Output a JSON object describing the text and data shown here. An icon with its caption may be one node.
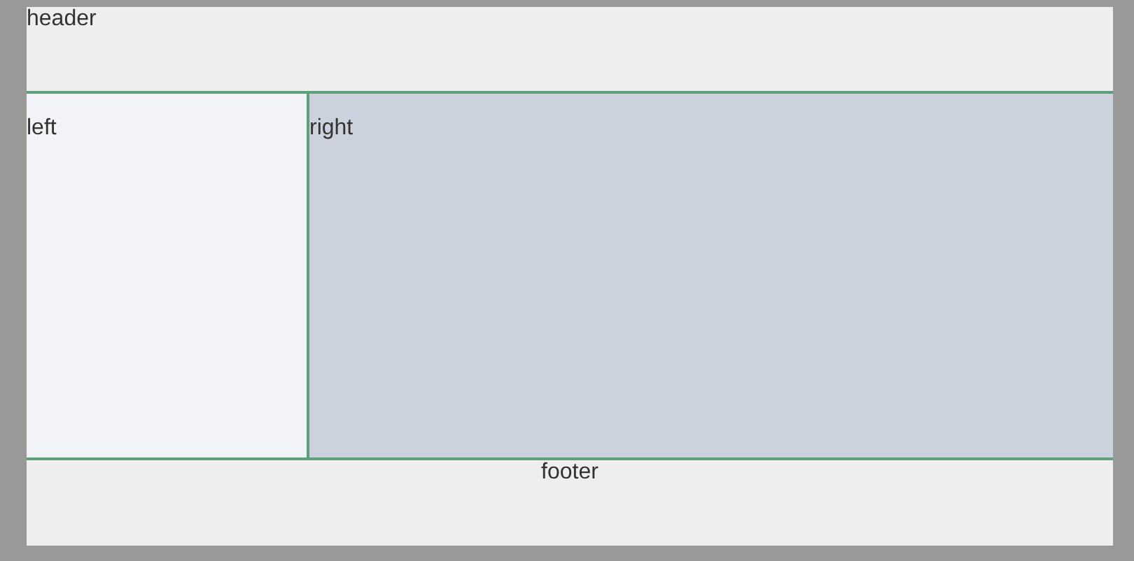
{
  "diagram": {
    "nodes": [
      {
        "text": [
          "header"
        ]
      },
      {
        "text": [
          "left"
        ]
      },
      {
        "text": [
          "right"
        ]
      },
      {
        "text": [
          "footer"
        ]
      }
    ]
  }
}
